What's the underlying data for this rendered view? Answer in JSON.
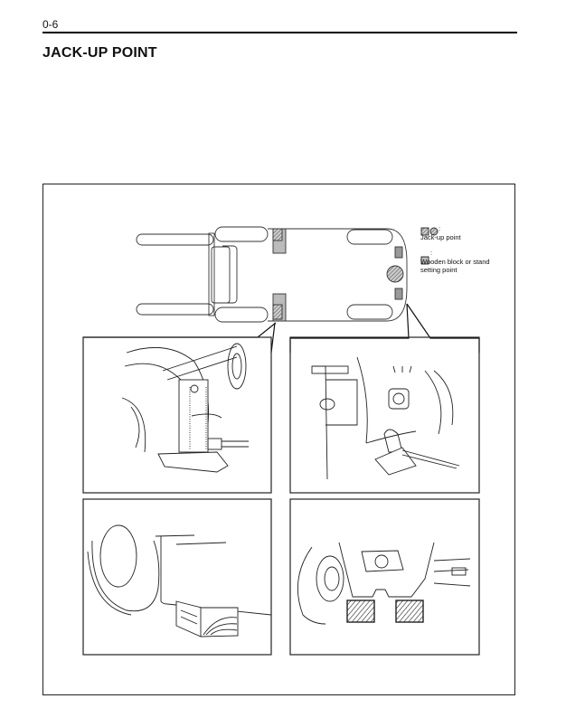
{
  "header": {
    "page_number": "0-6",
    "title": "JACK-UP POINT"
  },
  "legend": {
    "jack_up": {
      "icons": [
        "hatched-square-icon",
        "hatched-circle-icon"
      ],
      "separator": ":",
      "label": "Jack-up point"
    },
    "wooden_block": {
      "icons": [
        "gray-square-icon"
      ],
      "separator": ":",
      "label_line1": "Wooden block or stand",
      "label_line2": "setting point"
    }
  },
  "figures": [
    {
      "name": "forklift-top-view",
      "description": "Top view of forklift showing jack-up and block points"
    },
    {
      "name": "front-jack-illustration",
      "description": "Hydraulic jack under front axle"
    },
    {
      "name": "rear-jack-illustration",
      "description": "Bottle jack under rear counterweight"
    },
    {
      "name": "front-block-illustration",
      "description": "Wooden block under front frame"
    },
    {
      "name": "rear-block-illustration",
      "description": "Wooden blocks under rear frame"
    }
  ],
  "colors": {
    "ink": "#111111",
    "block_fill": "#b5b5b5",
    "hatch": "#555555"
  }
}
